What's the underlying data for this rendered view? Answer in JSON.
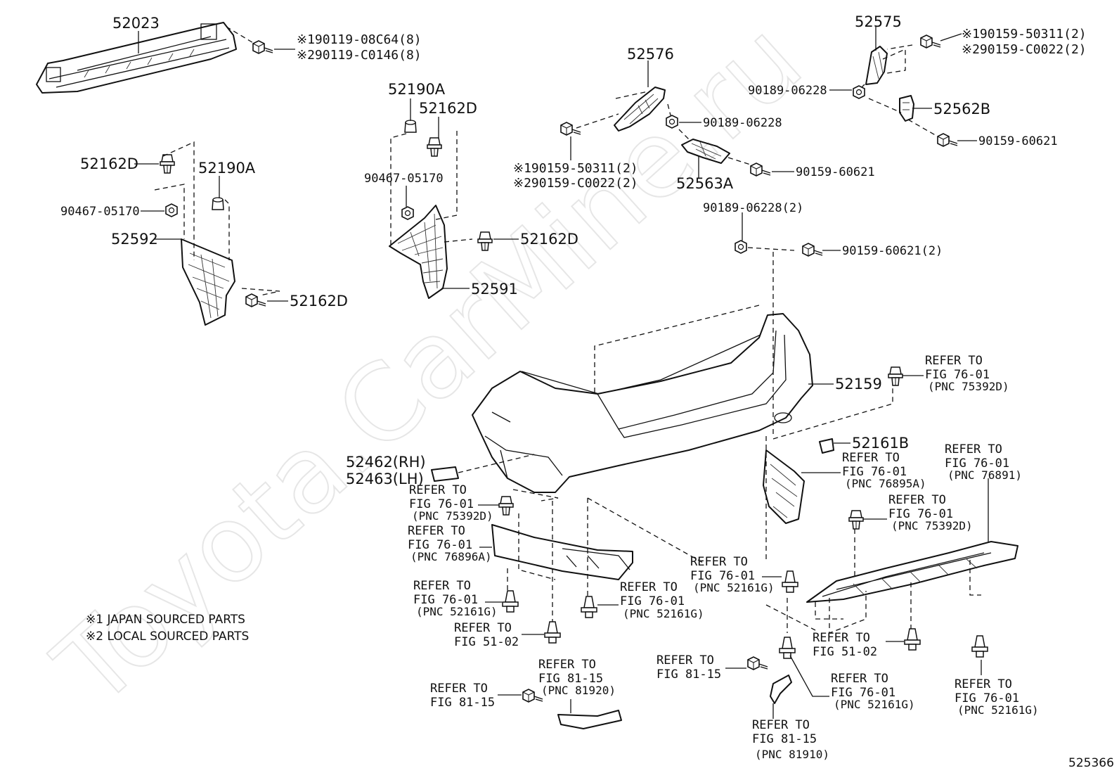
{
  "watermark": "Toyota.CarMine.ru",
  "labels": {
    "p52023": "52023",
    "bolt_a1": "※190119-08C64(8)",
    "bolt_a2": "※290119-C0146(8)",
    "p52576": "52576",
    "p52575": "52575",
    "bolt_b1": "※190159-50311(2)",
    "bolt_b2": "※290159-C0022(2)",
    "nut_90189_a": "90189-06228",
    "p52562B": "52562B",
    "bolt_90159_a": "90159-60621",
    "nut_90189_b": "90189-06228",
    "bolt_c1": "※190159-50311(2)",
    "bolt_c2": "※290159-C0022(2)",
    "p52563A": "52563A",
    "bolt_90159_b": "90159-60621",
    "nut_90189_c": "90189-06228(2)",
    "bolt_90159_c": "90159-60621(2)",
    "p52190A_r": "52190A",
    "p52162D_r": "52162D",
    "clip_90467_r": "90467-05170",
    "p52162D_r2": "52162D",
    "p52591": "52591",
    "p52162D_l": "52162D",
    "p52190A_l": "52190A",
    "clip_90467_l": "90467-05170",
    "p52592": "52592",
    "p52162D_l2": "52162D",
    "p52159": "52159",
    "p52161B": "52161B",
    "p52462": "52462(RH)",
    "p52463": "52463(LH)"
  },
  "refs": {
    "r1": {
      "l1": "REFER TO",
      "l2": "FIG 76-01",
      "pnc": "(PNC 75392D)"
    },
    "r2": {
      "l1": "REFER TO",
      "l2": "FIG 76-01",
      "pnc": "(PNC 76895A)"
    },
    "r3": {
      "l1": "REFER TO",
      "l2": "FIG 76-01",
      "pnc": "(PNC 76891)"
    },
    "r4": {
      "l1": "REFER TO",
      "l2": "FIG 76-01",
      "pnc": "(PNC 75392D)"
    },
    "r5": {
      "l1": "REFER TO",
      "l2": "FIG 76-01",
      "pnc": "(PNC 75392D)"
    },
    "r6": {
      "l1": "REFER TO",
      "l2": "FIG 76-01",
      "pnc": "(PNC 76896A)"
    },
    "r7": {
      "l1": "REFER TO",
      "l2": "FIG 76-01",
      "pnc": "(PNC 52161G)"
    },
    "r8": {
      "l1": "REFER TO",
      "l2": "FIG 76-01",
      "pnc": "(PNC 52161G)"
    },
    "r9": {
      "l1": "REFER TO",
      "l2": "FIG 76-01",
      "pnc": "(PNC 52161G)"
    },
    "r10": {
      "l1": "REFER TO",
      "l2": "FIG 51-02"
    },
    "r11": {
      "l1": "REFER TO",
      "l2": "FIG 51-02"
    },
    "r12": {
      "l1": "REFER TO",
      "l2": "FIG 81-15",
      "pnc": "(PNC 81920)"
    },
    "r13": {
      "l1": "REFER TO",
      "l2": "FIG 81-15"
    },
    "r14": {
      "l1": "REFER TO",
      "l2": "FIG 81-15"
    },
    "r15": {
      "l1": "REFER TO",
      "l2": "FIG 76-01",
      "pnc": "(PNC 52161G)"
    },
    "r16": {
      "l1": "REFER TO",
      "l2": "FIG 81-15",
      "pnc": "(PNC 81910)"
    },
    "r17": {
      "l1": "REFER TO",
      "l2": "FIG 76-01",
      "pnc": "(PNC 52161G)"
    }
  },
  "notes": {
    "n1": "※1 JAPAN SOURCED PARTS",
    "n2": "※2 LOCAL SOURCED PARTS"
  },
  "figure_id": "525366"
}
